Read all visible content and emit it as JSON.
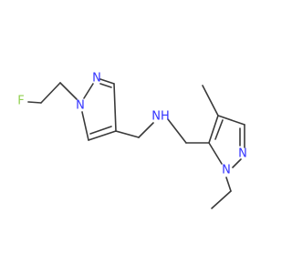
{
  "atoms": {
    "fluorine": {
      "text": "F",
      "color": "#90d050"
    },
    "pyrazole_a_n1": {
      "text": "N",
      "color": "#3333ff"
    },
    "pyrazole_a_n2": {
      "text": "N",
      "color": "#3333ff"
    },
    "amine_nh": {
      "text": "NH",
      "color": "#3333ff"
    },
    "pyrazole_b_n1": {
      "text": "N",
      "color": "#3333ff"
    },
    "pyrazole_b_n2": {
      "text": "N",
      "color": "#3333ff"
    }
  },
  "bond_color": "#3a3a3a"
}
